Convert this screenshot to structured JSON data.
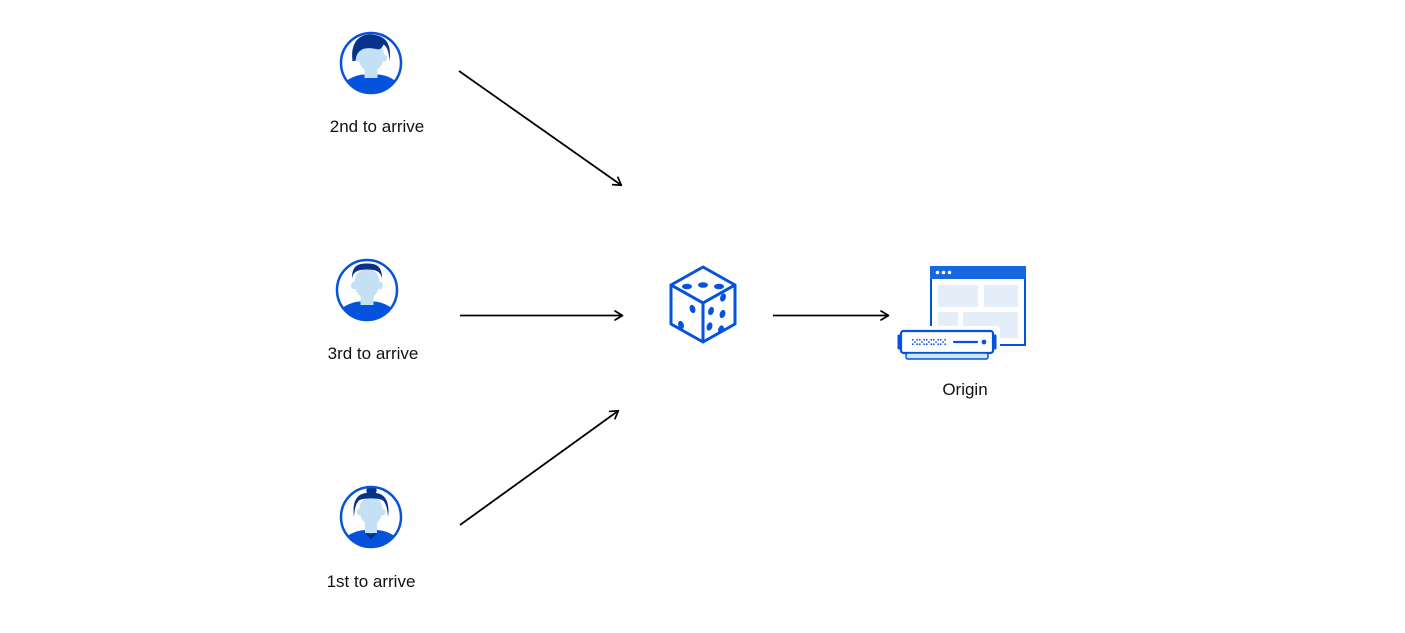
{
  "diagram": {
    "clients": [
      {
        "label": "2nd to arrive",
        "icon": "user-avatar-male-swept-hair-icon"
      },
      {
        "label": "3rd to arrive",
        "icon": "user-avatar-male-short-hair-icon"
      },
      {
        "label": "1st to arrive",
        "icon": "user-avatar-female-bun-icon"
      }
    ],
    "selector": {
      "icon": "dice-icon"
    },
    "origin": {
      "label": "Origin",
      "icon": "origin-server-icon"
    },
    "arrows": [
      {
        "from": "client-2nd-to-arrive",
        "to": "dice"
      },
      {
        "from": "client-3rd-to-arrive",
        "to": "dice"
      },
      {
        "from": "client-1st-to-arrive",
        "to": "dice"
      },
      {
        "from": "dice",
        "to": "origin"
      }
    ],
    "colors": {
      "primary_blue": "#0553dc",
      "dark_navy": "#083189",
      "skin_blue": "#c3e0f4",
      "header_blue": "#1768e0",
      "panel_blue": "#e4eef8",
      "base_blue": "#cfe7fa",
      "arrow_color": "#000000",
      "text_color": "#111111",
      "background": "#ffffff"
    }
  }
}
